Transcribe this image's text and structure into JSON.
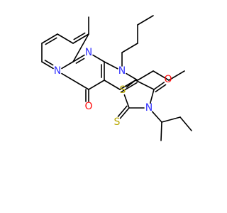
{
  "molecule": {
    "atom_labels": [
      {
        "id": "N1",
        "text": "N"
      },
      {
        "id": "N2",
        "text": "N"
      },
      {
        "id": "N3",
        "text": "N"
      },
      {
        "id": "O1",
        "text": "O"
      },
      {
        "id": "O2",
        "text": "O"
      },
      {
        "id": "S1",
        "text": "S"
      },
      {
        "id": "S2",
        "text": "S"
      },
      {
        "id": "N4",
        "text": "N"
      }
    ]
  },
  "colors": {
    "bond": "#000000",
    "nitrogen": "#3333ff",
    "oxygen": "#ff0d0d",
    "sulfur": "#b8a800"
  }
}
